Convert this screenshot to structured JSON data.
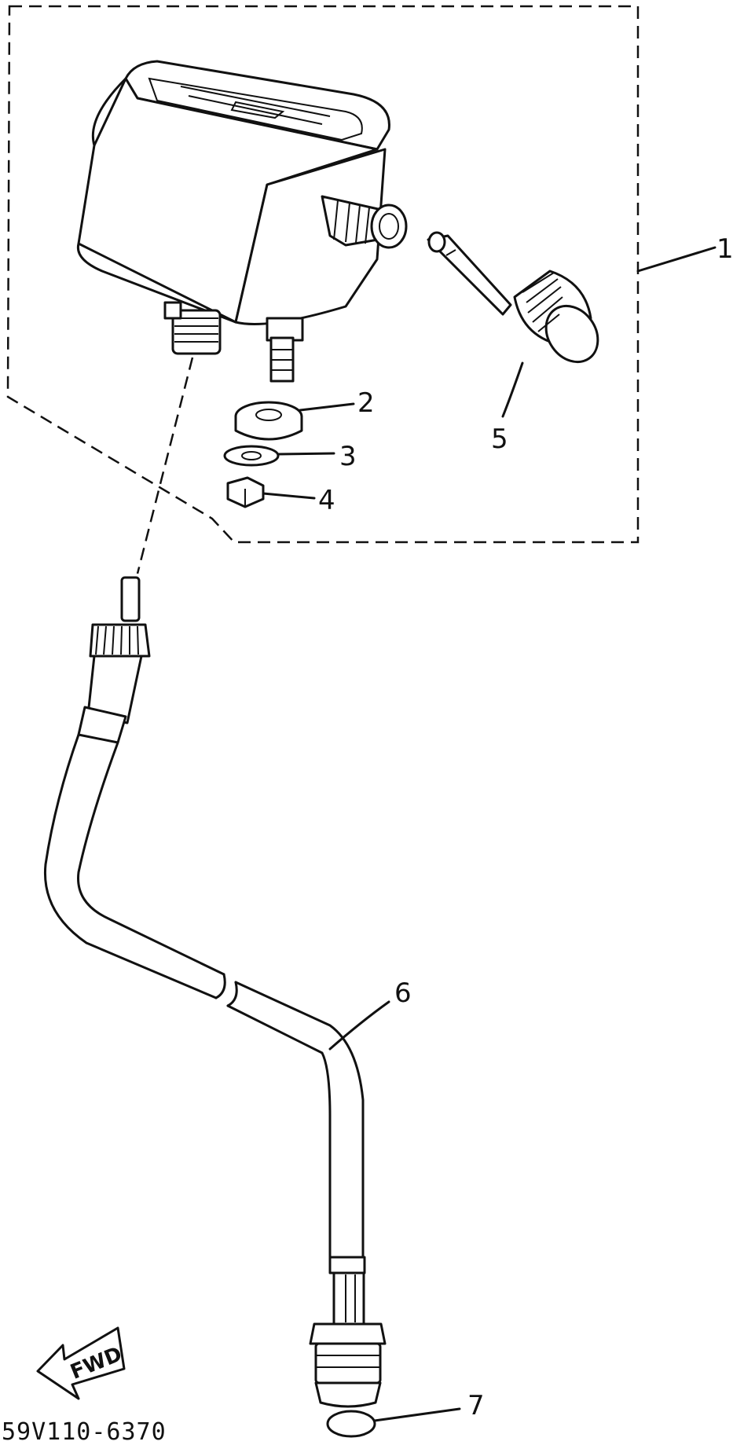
{
  "callouts": {
    "c1": "1",
    "c2": "2",
    "c3": "3",
    "c4": "4",
    "c5": "5",
    "c6": "6",
    "c7": "7"
  },
  "fwd_label": "FWD",
  "drawing_code": "59V110-6370"
}
